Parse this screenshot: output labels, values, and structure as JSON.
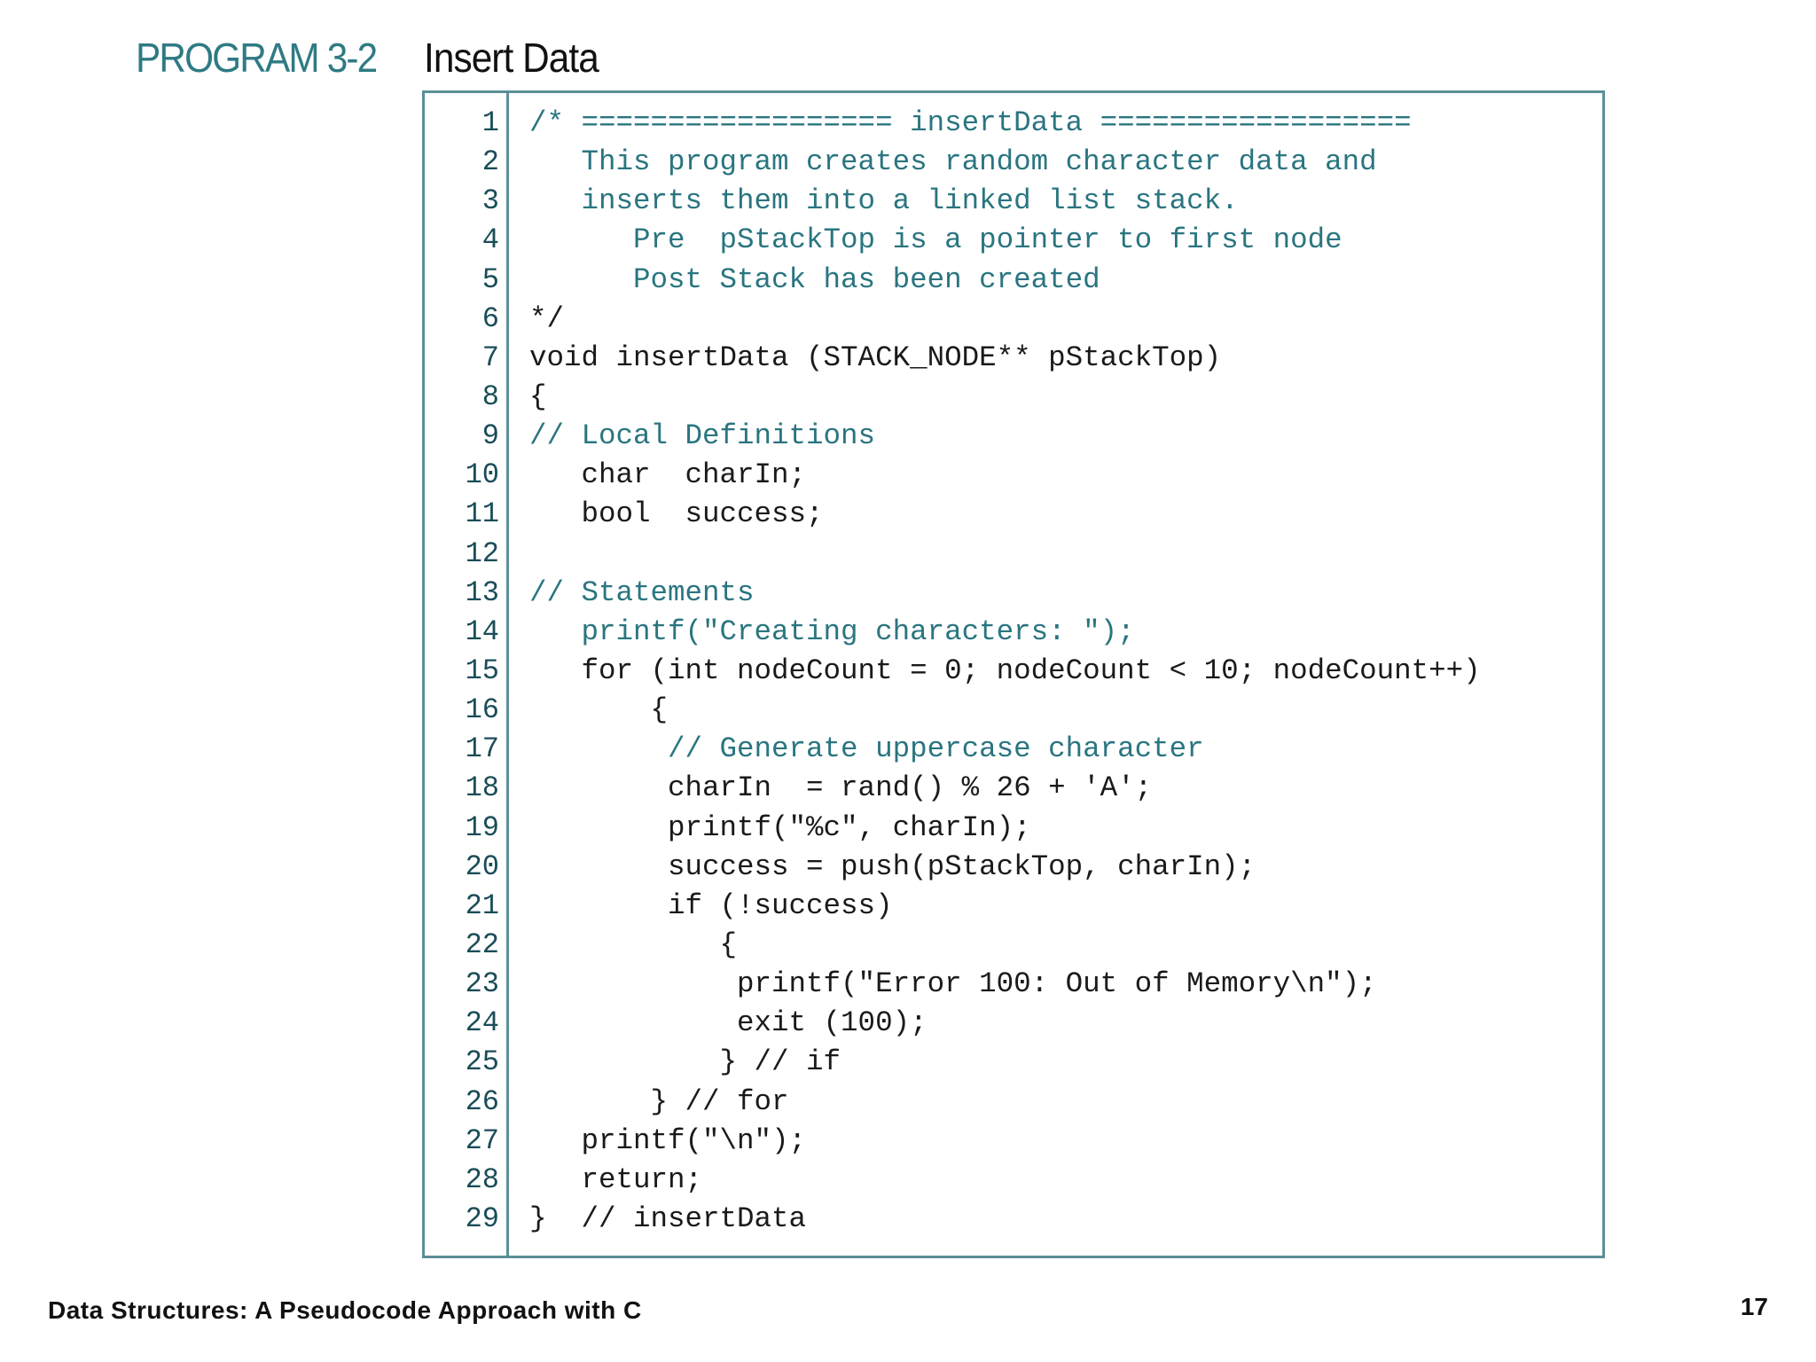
{
  "heading": {
    "label": "PROGRAM 3-2",
    "title": "Insert Data"
  },
  "code": {
    "lines": [
      {
        "n": "1",
        "text": "/* ================== insertData ==================",
        "comment": true
      },
      {
        "n": "2",
        "text": "   This program creates random character data and",
        "comment": true
      },
      {
        "n": "3",
        "text": "   inserts them into a linked list stack.",
        "comment": true
      },
      {
        "n": "4",
        "text": "      Pre  pStackTop is a pointer to first node",
        "comment": true
      },
      {
        "n": "5",
        "text": "      Post Stack has been created",
        "comment": true
      },
      {
        "n": "6",
        "text": "*/",
        "comment": false
      },
      {
        "n": "7",
        "text": "void insertData (STACK_NODE** pStackTop)",
        "comment": false
      },
      {
        "n": "8",
        "text": "{",
        "comment": false
      },
      {
        "n": "9",
        "text": "// Local Definitions",
        "comment": true
      },
      {
        "n": "10",
        "text": "   char  charIn;",
        "comment": false
      },
      {
        "n": "11",
        "text": "   bool  success;",
        "comment": false
      },
      {
        "n": "12",
        "text": "",
        "comment": false
      },
      {
        "n": "13",
        "text": "// Statements",
        "comment": true
      },
      {
        "n": "14",
        "text": "   printf(\"Creating characters: \");",
        "comment": true
      },
      {
        "n": "15",
        "text": "   for (int nodeCount = 0; nodeCount < 10; nodeCount++)",
        "comment": false
      },
      {
        "n": "16",
        "text": "       {",
        "comment": false
      },
      {
        "n": "17",
        "text": "        // Generate uppercase character",
        "comment": true
      },
      {
        "n": "18",
        "text": "        charIn  = rand() % 26 + 'A';",
        "comment": false
      },
      {
        "n": "19",
        "text": "        printf(\"%c\", charIn);",
        "comment": false
      },
      {
        "n": "20",
        "text": "        success = push(pStackTop, charIn);",
        "comment": false
      },
      {
        "n": "21",
        "text": "        if (!success)",
        "comment": false
      },
      {
        "n": "22",
        "text": "           {",
        "comment": false
      },
      {
        "n": "23",
        "text": "            printf(\"Error 100: Out of Memory\\n\");",
        "comment": false
      },
      {
        "n": "24",
        "text": "            exit (100);",
        "comment": false
      },
      {
        "n": "25",
        "text": "           } // if",
        "comment": false
      },
      {
        "n": "26",
        "text": "       } // for",
        "comment": false
      },
      {
        "n": "27",
        "text": "   printf(\"\\n\");",
        "comment": false
      },
      {
        "n": "28",
        "text": "   return;",
        "comment": false
      },
      {
        "n": "29",
        "text": "}  // insertData",
        "comment": false
      }
    ]
  },
  "footer": {
    "book_title": "Data Structures: A Pseudocode Approach with C",
    "page_number": "17"
  },
  "colors": {
    "accent": "#2f7a84",
    "comment": "#2a7580",
    "border": "#5b8f97",
    "text": "#1a1a1a"
  }
}
